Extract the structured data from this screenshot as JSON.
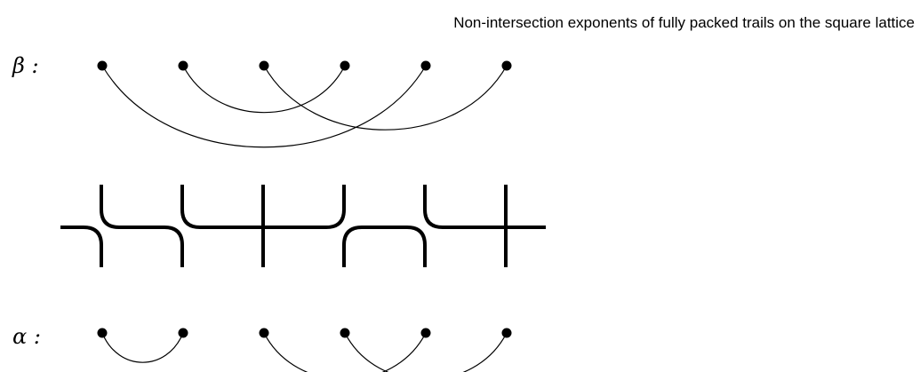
{
  "header": {
    "title": "Non-intersection exponents of fully packed trails on the square lattice"
  },
  "labels": {
    "beta": "β :",
    "alpha": "α :"
  },
  "diagram": {
    "tiles": [
      "lower-left",
      "upper-left",
      "cross",
      "lower-right",
      "upper-left",
      "cross"
    ],
    "beta_nodes": 6,
    "beta_arcs": [
      [
        0,
        4
      ],
      [
        1,
        3
      ],
      [
        2,
        5
      ]
    ],
    "alpha_nodes": 6,
    "alpha_arcs": [
      [
        0,
        1
      ],
      [
        2,
        4
      ],
      [
        3,
        5
      ]
    ]
  }
}
